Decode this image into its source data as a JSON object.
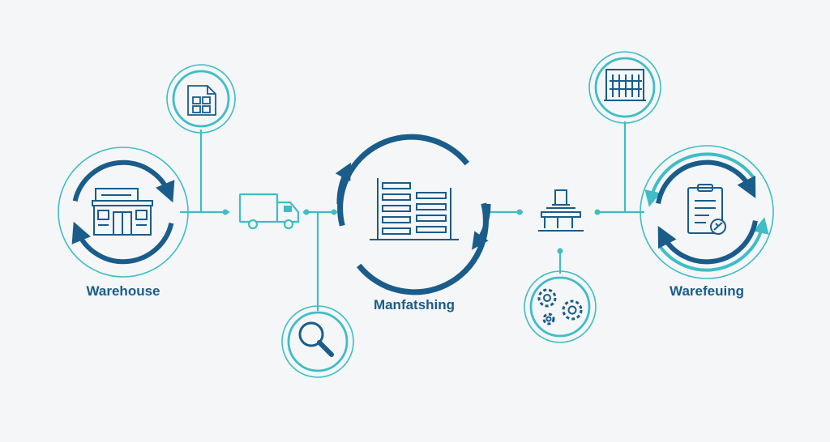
{
  "colors": {
    "primary": "#1a5c8a",
    "accent": "#3fbdc6",
    "background": "#f4f6f7"
  },
  "nodes": {
    "warehouse": {
      "label": "Warehouse",
      "icon": "warehouse-building-icon"
    },
    "manufacturing": {
      "label": "Manfatshing",
      "icon": "server-rack-icon"
    },
    "warefeuing": {
      "label": "Warefeuing",
      "icon": "clipboard-check-icon"
    }
  },
  "satellites": [
    {
      "icon": "document-boxes-icon"
    },
    {
      "icon": "delivery-truck-icon"
    },
    {
      "icon": "magnifying-glass-icon"
    },
    {
      "icon": "conveyor-machine-icon"
    },
    {
      "icon": "gears-icon"
    },
    {
      "icon": "building-grid-icon"
    }
  ]
}
